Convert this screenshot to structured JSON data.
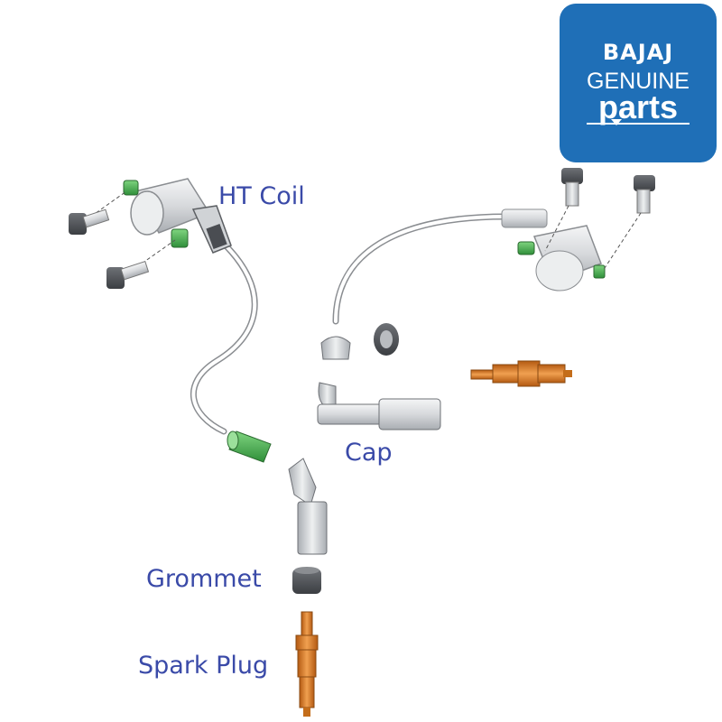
{
  "brand": {
    "name": "BAJAJ",
    "line1": "GENUINE",
    "line2": "parts",
    "color": "#1f6fb7"
  },
  "labels": {
    "ht_coil": "HT Coil",
    "cap": "Cap",
    "grommet": "Grommet",
    "spark_plug": "Spark Plug"
  },
  "colors": {
    "label_text": "#3a4aa8",
    "part_grey": "#d9dcdf",
    "clip_green": "#3fb34a",
    "plug_orange": "#e07b22"
  }
}
